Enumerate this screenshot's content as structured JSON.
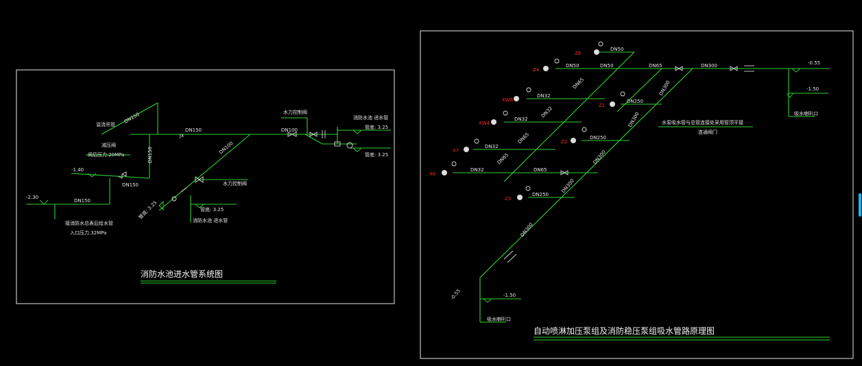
{
  "left_panel": {
    "title": "消防水池进水管系统图",
    "labels": {
      "dn150_top": "DN150",
      "dn150_main": "DN150",
      "dn150_vertical": "DN150",
      "dn150_valve": "DN150",
      "dn150_low": "DN150",
      "dn100_diag": "DN100",
      "dn100_main": "DN100",
      "jx": "Jx",
      "elev_neg140": "-1.40",
      "elev_neg230": "-2.30",
      "elev_325_a": "管底: 3.25",
      "elev_325_b": "管底: 3.25",
      "elev_325_c": "管底: 3.25",
      "elev_325_d": "管底: 3.25",
      "note_pressure_reduce": "减压阀",
      "note_outlet_pressure": "阀后压力.20MPa",
      "note_inlet_pressure": "入口压力.32MPa",
      "note_city_pipe": "接消防水总表后给水管",
      "note_overflow": "溢流吊管",
      "note_float_valve_top": "水力控制阀",
      "note_float_valve_mid": "水力控制阀",
      "note_pool_top": "消防水池 进水管",
      "note_pool_bottom": "消防水池 进水管"
    }
  },
  "right_panel": {
    "title": "自动喷淋加压泵组及消防稳压泵组吸水管路原理图",
    "labels": {
      "z6": "Z6",
      "z4": "Z4",
      "xw6": "XW6",
      "xw4": "XW4",
      "x7": "X7",
      "x6": "X6",
      "z1": "Z1",
      "z2": "Z2",
      "z3": "Z3",
      "dn50_a": "DN50",
      "dn50_b": "DN50",
      "dn50_c": "DN50",
      "dn65_top": "DN65",
      "dn65_d1": "DN65",
      "dn65_d2": "DN65",
      "dn65_d3": "DN65",
      "dn65_h": "DN65",
      "dn32_a": "DN32",
      "dn32_b": "DN32",
      "dn32_c": "DN32",
      "dn32_d": "DN32",
      "dn250_a": "DN250",
      "dn250_b": "DN250",
      "dn250_c": "DN250",
      "dn300_top": "DN300",
      "dn300_d1": "DN300",
      "dn300_d2": "DN300",
      "dn300_d3": "DN300",
      "dn300_d4": "DN300",
      "dn300_d5": "DN300",
      "elev_neg055_top": "-0.55",
      "elev_neg150_top": "-1.50",
      "elev_neg055_bot": "-0.55",
      "elev_neg150_bot": "-1.50",
      "note_pump_in_top": "吸水喇叭口",
      "note_pump_in_bot": "吸水喇叭口",
      "note_main_1": "水泵吸水管与总管连接处采用管顶平接",
      "note_main_2": "连通阀门"
    }
  }
}
